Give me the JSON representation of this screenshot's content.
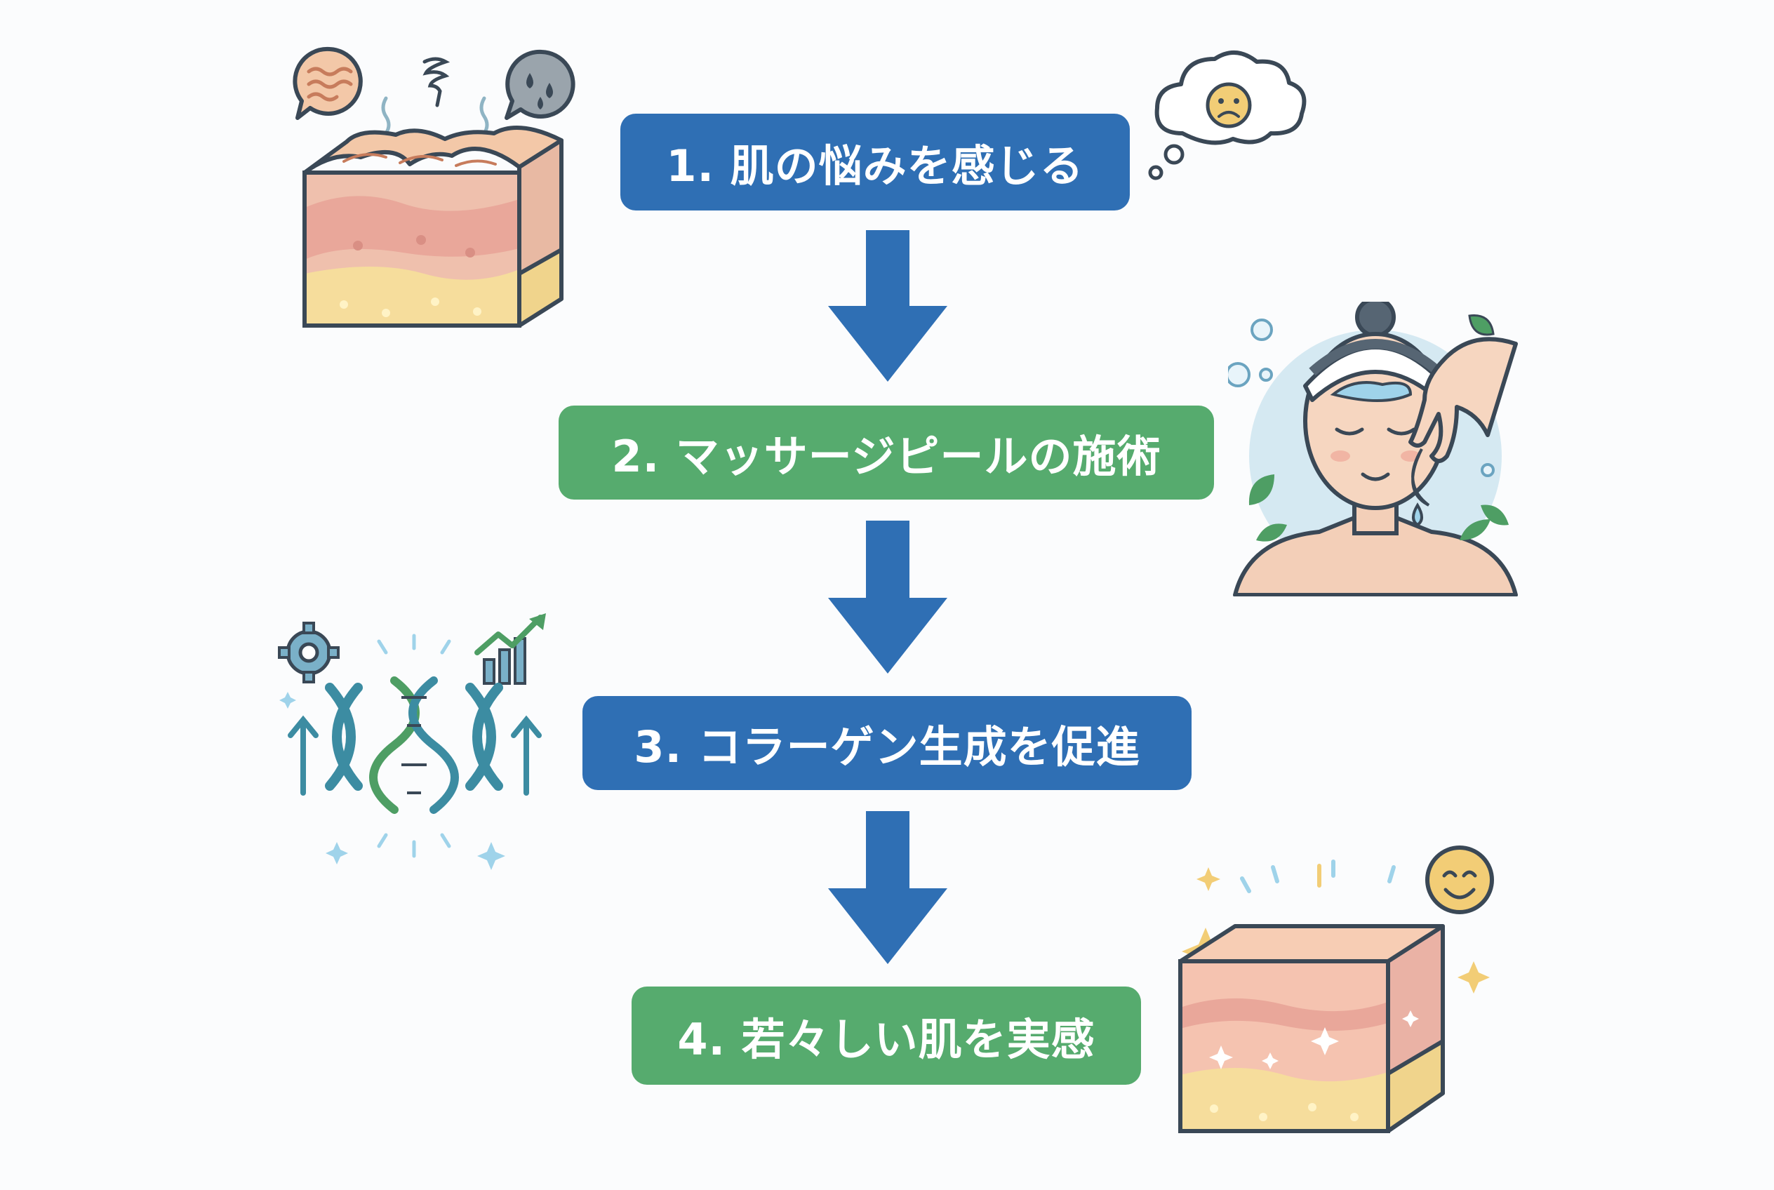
{
  "colors": {
    "blue": "#2f6fb4",
    "green": "#56ab6e",
    "arrow": "#2f6fb4",
    "skin_top": "#f3c8a8",
    "skin_pink": "#eab2a5",
    "fat": "#f6dd9c",
    "outline": "#3a4856",
    "teal": "#3c8ca2",
    "accent_green": "#4e9e64"
  },
  "steps": [
    {
      "label": "1. 肌の悩みを感じる",
      "color": "blue"
    },
    {
      "label": "2. マッサージピールの施術",
      "color": "green"
    },
    {
      "label": "3. コラーゲン生成を促進",
      "color": "blue"
    },
    {
      "label": "4. 若々しい肌を実感",
      "color": "green"
    }
  ],
  "icons": {
    "step1": [
      "damaged-skin-block-icon",
      "wrinkle-speech-bubble-icon",
      "droplets-speech-bubble-icon",
      "sad-thought-cloud-icon"
    ],
    "step2": [
      "facial-massage-icon"
    ],
    "step3": [
      "collagen-dna-icon",
      "gear-icon",
      "growth-chart-icon"
    ],
    "step4": [
      "healthy-skin-block-icon",
      "smiley-face-icon",
      "sparkle-icon"
    ]
  }
}
